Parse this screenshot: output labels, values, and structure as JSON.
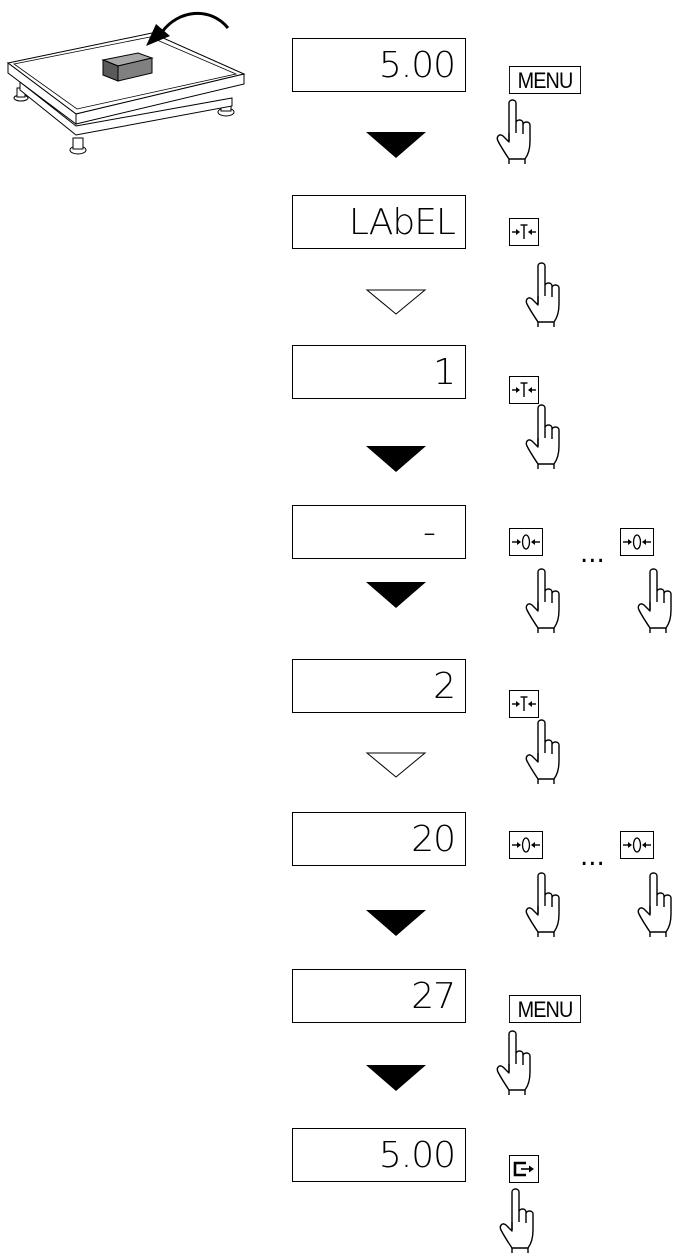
{
  "steps": [
    {
      "display": "5.00",
      "keys": [
        "MENU"
      ],
      "arrow": "filled"
    },
    {
      "display": "LAbEL",
      "keys": [
        "tare-key"
      ],
      "arrow": "outline"
    },
    {
      "display": "1",
      "keys": [
        "tare-key"
      ],
      "arrow": "filled"
    },
    {
      "display": "-",
      "keys": [
        "zero-key",
        "zero-key"
      ],
      "ellipsis": "...",
      "arrow": "filled"
    },
    {
      "display": "2",
      "keys": [
        "tare-key"
      ],
      "arrow": "outline"
    },
    {
      "display": "20",
      "keys": [
        "zero-key",
        "zero-key"
      ],
      "ellipsis": "...",
      "arrow": "filled"
    },
    {
      "display": "27",
      "keys": [
        "MENU"
      ],
      "arrow": "filled"
    },
    {
      "display": "5.00",
      "keys": [
        "print-key"
      ]
    }
  ],
  "colors": {
    "line": "#000000",
    "background": "#ffffff",
    "load": "#808080"
  }
}
